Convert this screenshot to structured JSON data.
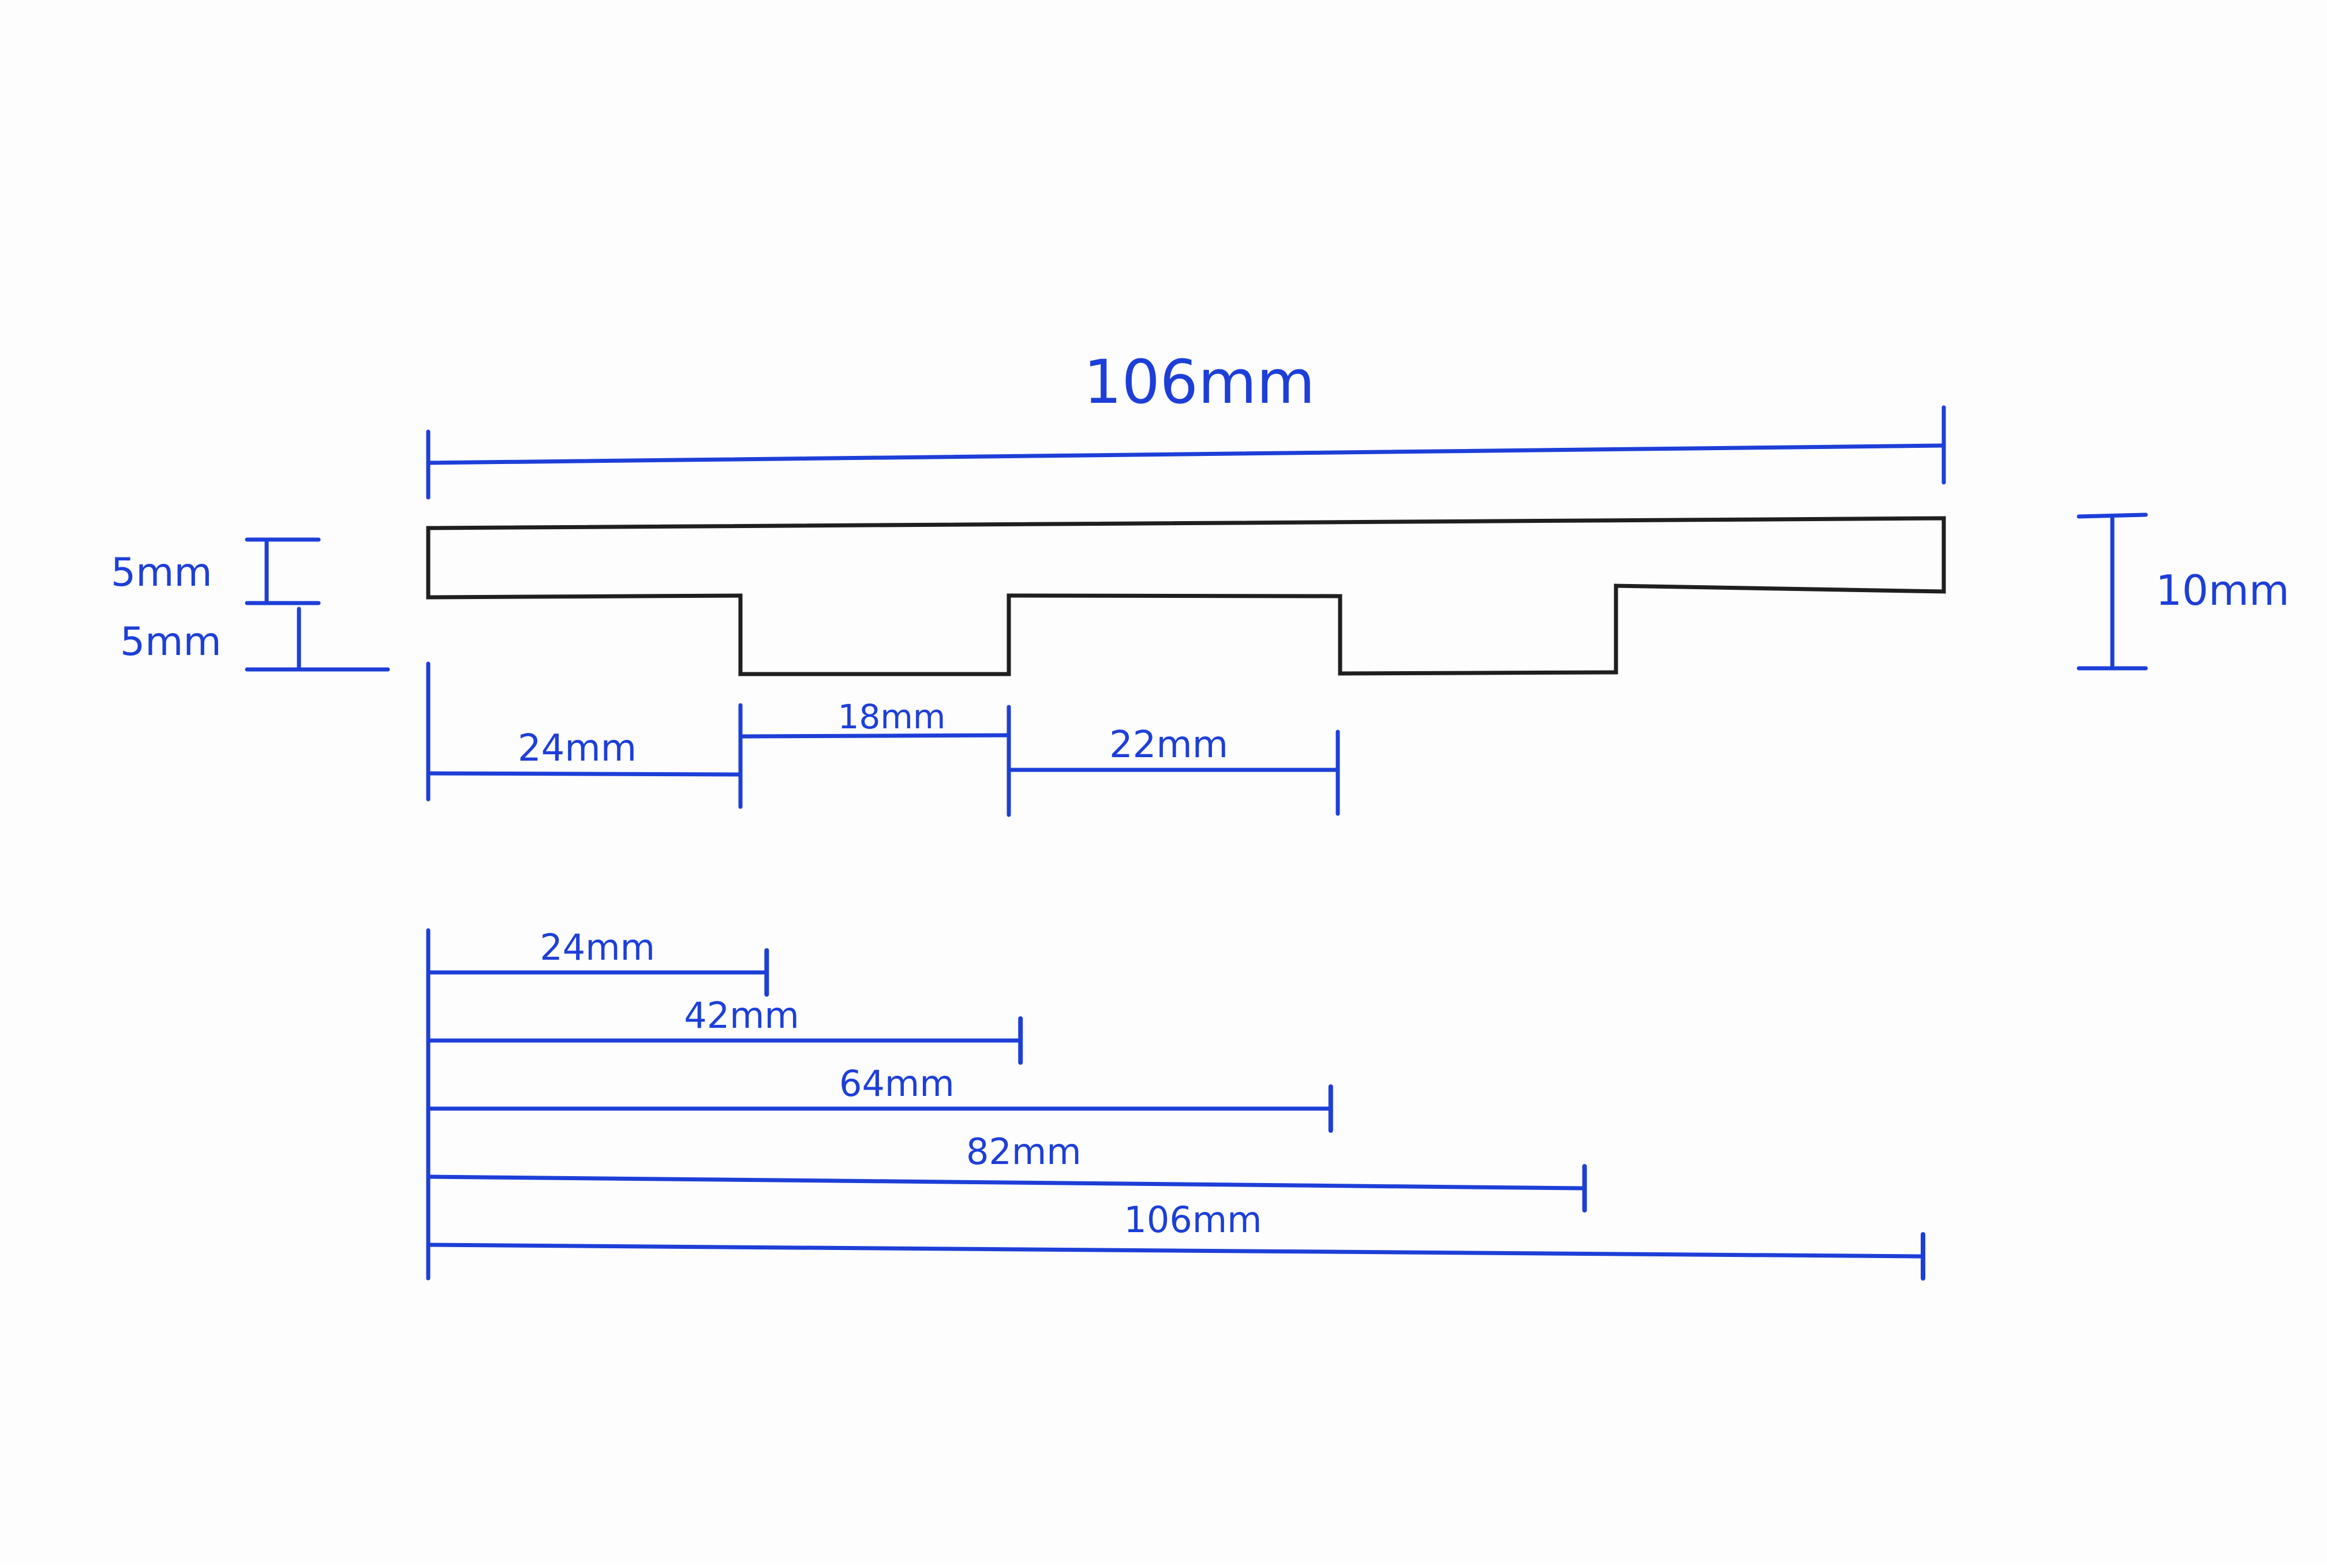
{
  "colors": {
    "ink": "#1f1f1f",
    "dimension": "#1d3fd8",
    "paper": "#fdfdfd"
  },
  "labels": {
    "overall_length": "106mm",
    "upper_thickness": "5mm",
    "lower_thickness": "5mm",
    "total_height": "10mm",
    "segment_1": "24mm",
    "segment_2": "18mm",
    "segment_3": "22mm"
  },
  "cumulative": [
    {
      "value": 24,
      "label": "24mm"
    },
    {
      "value": 42,
      "label": "42mm"
    },
    {
      "value": 64,
      "label": "64mm"
    },
    {
      "value": 82,
      "label": "82mm"
    },
    {
      "value": 106,
      "label": "106mm"
    }
  ]
}
